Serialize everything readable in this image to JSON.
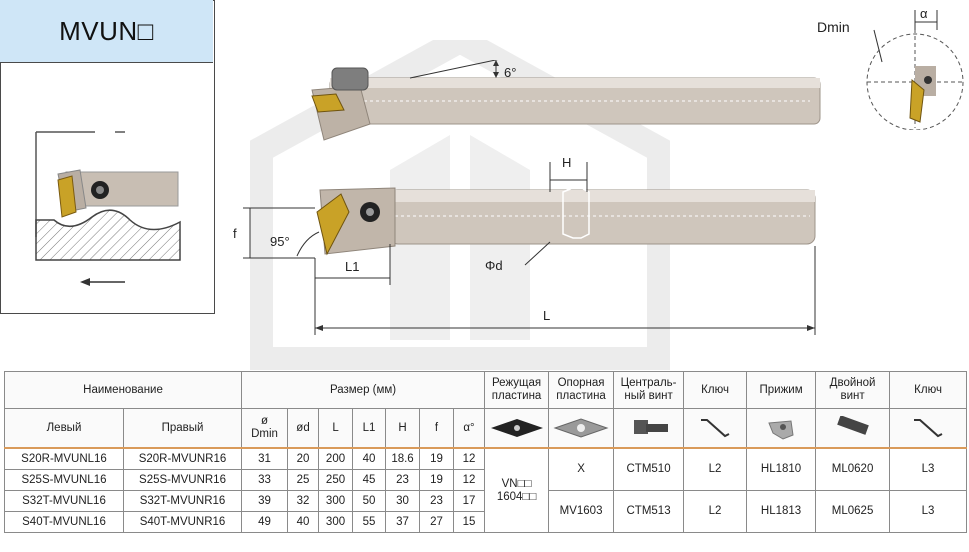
{
  "series": {
    "title": "MVUN□"
  },
  "diagram": {
    "angle_6": "6°",
    "angle_95": "95°",
    "label_f": "f",
    "label_L1": "L1",
    "label_H": "H",
    "label_d": "Φd",
    "label_L": "L",
    "label_Dmin": "Dmin",
    "label_alpha": "α"
  },
  "table": {
    "header_name": "Наименование",
    "header_size": "Размер (мм)",
    "header_insert": "Режущая пластина",
    "header_shim": "Опорная пластина",
    "header_center_screw": "Централь-ный винт",
    "header_key1": "Ключ",
    "header_clamp": "Прижим",
    "header_double_screw": "Двойной винт",
    "header_key2": "Ключ",
    "col_left": "Левый",
    "col_right": "Правый",
    "col_dmin_1": "ø",
    "col_dmin_2": "Dmin",
    "col_d": "ød",
    "col_L": "L",
    "col_L1": "L1",
    "col_H": "H",
    "col_f": "f",
    "col_alpha": "α°",
    "rows": [
      {
        "left": "S20R-MVUNL16",
        "right": "S20R-MVUNR16",
        "dmin": "31",
        "d": "20",
        "L": "200",
        "L1": "40",
        "H": "18.6",
        "f": "19",
        "alpha": "12"
      },
      {
        "left": "S25S-MVUNL16",
        "right": "S25S-MVUNR16",
        "dmin": "33",
        "d": "25",
        "L": "250",
        "L1": "45",
        "H": "23",
        "f": "19",
        "alpha": "12"
      },
      {
        "left": "S32T-MVUNL16",
        "right": "S32T-MVUNR16",
        "dmin": "39",
        "d": "32",
        "L": "300",
        "L1": "50",
        "H": "30",
        "f": "23",
        "alpha": "17"
      },
      {
        "left": "S40T-MVUNL16",
        "right": "S40T-MVUNR16",
        "dmin": "49",
        "d": "40",
        "L": "300",
        "L1": "55",
        "H": "37",
        "f": "27",
        "alpha": "15"
      }
    ],
    "insert_line1": "VN□□",
    "insert_line2": "1604□□",
    "group1": {
      "shim": "X",
      "center_screw": "CTM510",
      "key1": "L2",
      "clamp": "HL1810",
      "double_screw": "ML0620",
      "key2": "L3"
    },
    "group2": {
      "shim": "MV1603",
      "center_screw": "CTM513",
      "key1": "L2",
      "clamp": "HL1813",
      "double_screw": "ML0625",
      "key2": "L3"
    }
  }
}
